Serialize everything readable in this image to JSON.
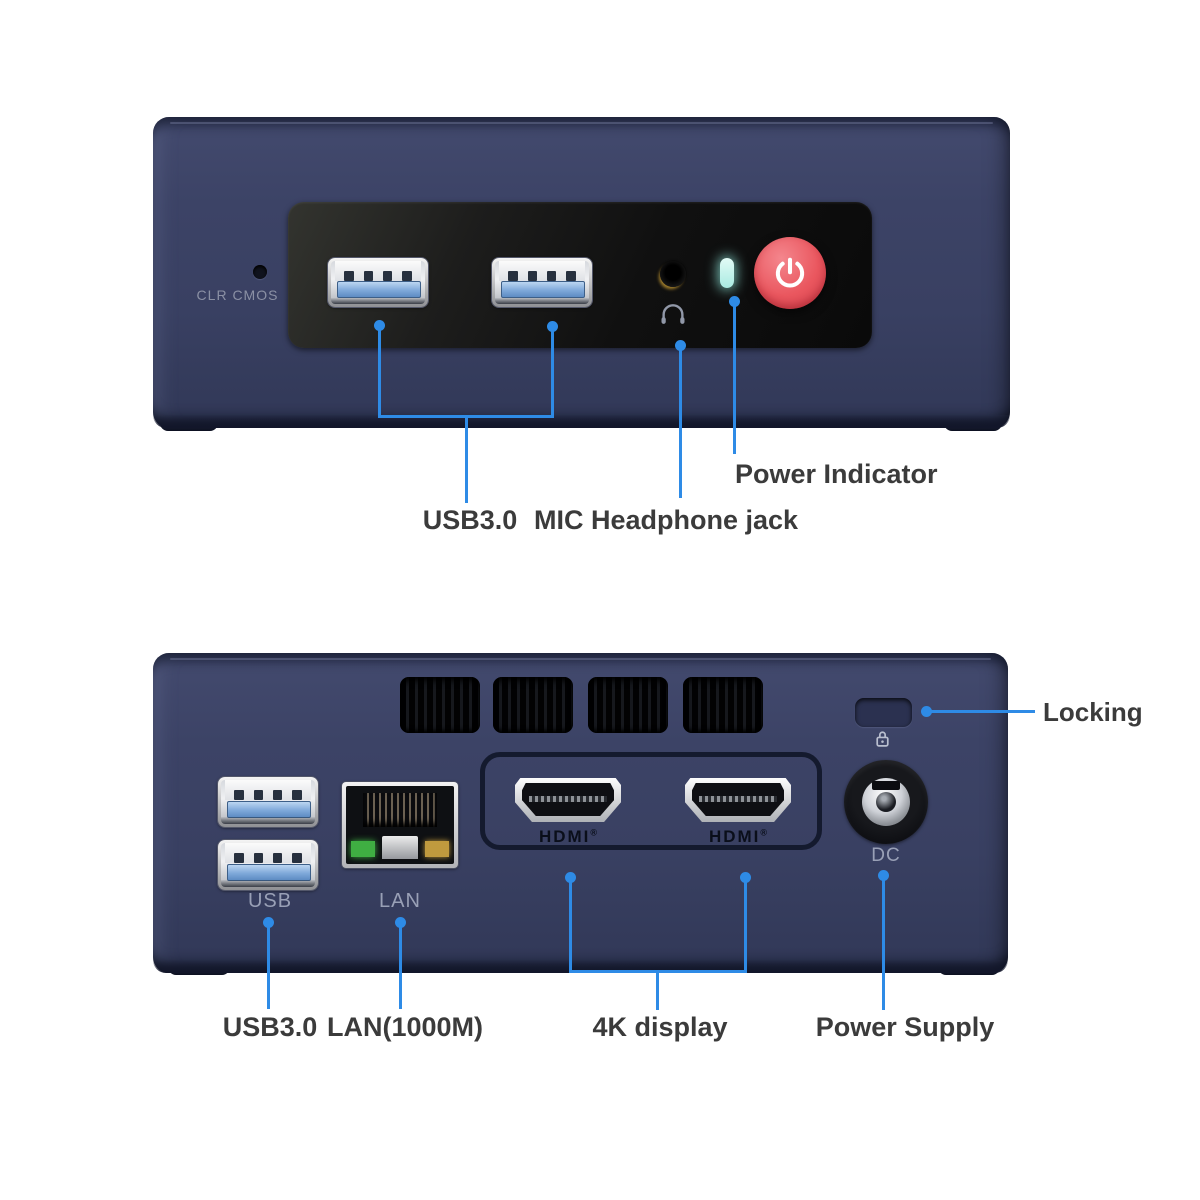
{
  "front_view": {
    "clr_cmos_label": "CLR CMOS",
    "labels": {
      "usb": "USB3.0",
      "mic_headphone": "MIC Headphone jack",
      "power_indicator": "Power Indicator"
    }
  },
  "back_view": {
    "port_labels": {
      "usb": "USB",
      "lan": "LAN",
      "dc": "DC"
    },
    "hdmi_label": "HDMI",
    "hdmi_reg": "®",
    "labels": {
      "locking": "Locking",
      "usb": "USB3.0",
      "lan": "LAN(1000M)",
      "display": "4K display",
      "power": "Power Supply"
    }
  },
  "icons": {
    "power_button": "power-symbol",
    "headphone": "headphone",
    "lock": "padlock"
  },
  "colors": {
    "callout_blue": "#2e8be6",
    "body_navy": "#3a4163",
    "panel_black": "#101010",
    "power_button_red": "#e9565e",
    "power_led_cyan": "#aceae2",
    "usb_tongue_blue": "#7fa9da",
    "lan_led_green": "#3fae42",
    "lan_led_amber": "#c09a3e",
    "label_dark": "#3b3b3b",
    "port_label_gray": "#99a0b6"
  }
}
